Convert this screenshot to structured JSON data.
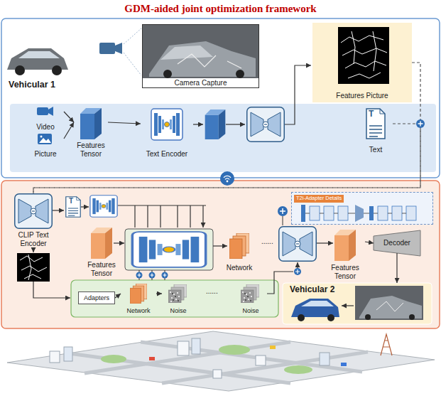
{
  "diagram": {
    "title": "GDM-aided joint optimization framework",
    "nodes": [
      {
        "text": [
          "Camera Capture"
        ]
      },
      {
        "text": [
          "Video"
        ]
      },
      {
        "text": [
          "Picture"
        ]
      },
      {
        "text": [
          "Features Tensor"
        ]
      },
      {
        "text": [
          "Text Encoder"
        ]
      },
      {
        "text": [
          "Features Picture"
        ]
      },
      {
        "text": [
          "Text"
        ]
      },
      {
        "text": [
          "CLIP Text Encoder"
        ]
      },
      {
        "text": [
          "T2i-Adapter Details"
        ]
      },
      {
        "text": [
          "Features Tensor"
        ]
      },
      {
        "text": [
          "Network"
        ]
      },
      {
        "text": [
          "Features Tensor"
        ]
      },
      {
        "text": [
          "Decoder"
        ]
      },
      {
        "text": [
          "Adapters"
        ]
      },
      {
        "text": [
          "Network"
        ]
      },
      {
        "text": [
          "Noise"
        ]
      },
      {
        "text": [
          "Noise"
        ]
      },
      {
        "text": [
          "Vehicular 2"
        ]
      }
    ],
    "edges": [
      {
        "from": 1,
        "to": 3,
        "arrow": "to"
      },
      {
        "from": 2,
        "to": 3,
        "arrow": "to"
      },
      {
        "from": 3,
        "to": 4,
        "arrow": "to"
      },
      {
        "from": 5,
        "to": 7,
        "arrow": "none"
      },
      {
        "from": 6,
        "to": 7,
        "arrow": "none"
      },
      {
        "from": 11,
        "to": 12,
        "arrow": "to"
      },
      {
        "from": 13,
        "to": 14,
        "arrow": "to"
      },
      {
        "from": 14,
        "to": 15,
        "arrow": "to"
      },
      {
        "from": 12,
        "to": 17,
        "arrow": "to"
      }
    ],
    "labels": [
      "Vehicular 1",
      "T",
      "T",
      "......",
      "......"
    ]
  }
}
